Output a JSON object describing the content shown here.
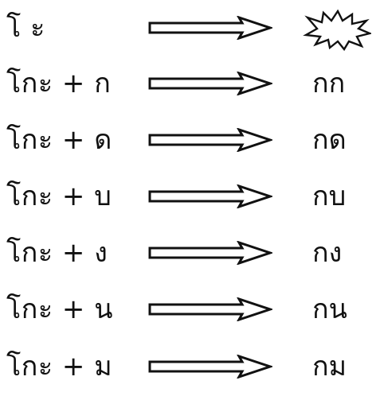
{
  "rows": [
    {
      "left": "โ ะ",
      "right": "",
      "right_icon": "explosion-burst-icon"
    },
    {
      "left": "โกะ + ก",
      "right": "กก"
    },
    {
      "left": "โกะ + ด",
      "right": "กด"
    },
    {
      "left": "โกะ + บ",
      "right": "กบ"
    },
    {
      "left": "โกะ + ง",
      "right": "กง"
    },
    {
      "left": "โกะ + น",
      "right": "กน"
    },
    {
      "left": "โกะ + ม",
      "right": "กม"
    }
  ],
  "colors": {
    "ink": "#111111",
    "background": "#ffffff"
  }
}
